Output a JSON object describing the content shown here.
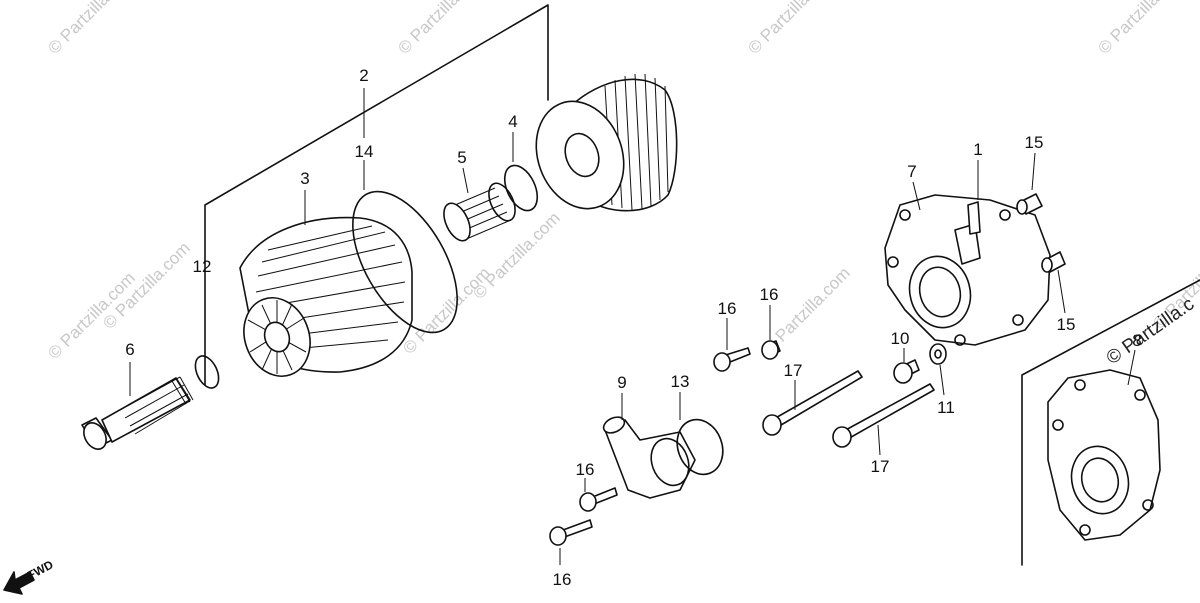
{
  "watermarks": [
    "© Partzilla.com",
    "© Partzilla.com",
    "© Partzilla.com",
    "© Partzilla.com",
    "© Partzilla.com",
    "© Partzilla.com",
    "© Partzilla.com",
    "© Partzilla.com",
    "© Partzilla.com",
    "© Partzilla.com",
    "© Partzilla.c"
  ],
  "callouts": {
    "c1": "1",
    "c2": "2",
    "c3": "3",
    "c4": "4",
    "c5": "5",
    "c6": "6",
    "c7": "7",
    "c8": "8",
    "c9": "9",
    "c10": "10",
    "c11": "11",
    "c12": "12",
    "c13": "13",
    "c14": "14",
    "c15a": "15",
    "c15b": "15",
    "c16a": "16",
    "c16b": "16",
    "c16c": "16",
    "c16d": "16",
    "c17a": "17",
    "c17b": "17"
  },
  "fwd_label": "FWD"
}
